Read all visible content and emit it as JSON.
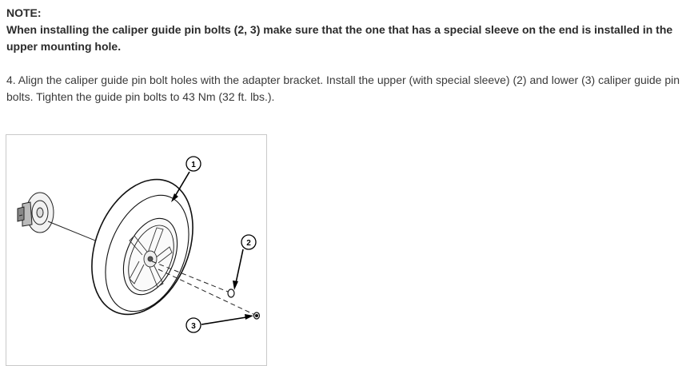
{
  "note": {
    "heading": "NOTE:",
    "body": "When installing the caliper guide pin bolts (2, 3) make sure that the one that has a special sleeve on the end is installed in the upper mounting hole."
  },
  "step": {
    "line1": " 4. Align the caliper guide pin bolt holes with the adapter bracket. Install the upper (with special sleeve) (2) and lower (3) caliper guide pin",
    "line2": "bolts. Tighten the guide pin bolts to 43 Nm (32 ft. lbs.)."
  },
  "figure": {
    "callouts": [
      "1",
      "2",
      "3"
    ]
  }
}
